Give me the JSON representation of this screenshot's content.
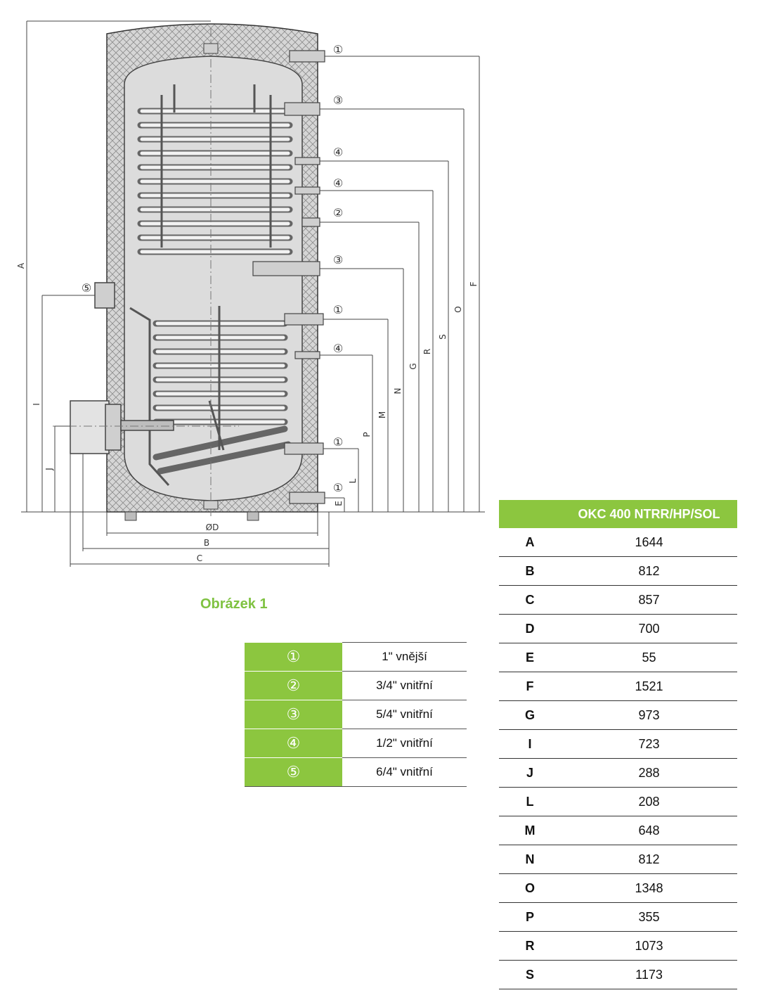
{
  "figure_caption": "Obrázek 1",
  "drawing": {
    "dim_letters": [
      "A",
      "B",
      "C",
      "ØD",
      "E",
      "F",
      "G",
      "I",
      "J",
      "L",
      "M",
      "N",
      "O",
      "P",
      "R",
      "S"
    ],
    "callouts": [
      "①",
      "③",
      "④",
      "④",
      "②",
      "③",
      "⑤",
      "①",
      "④",
      "①",
      "①"
    ]
  },
  "connections": [
    {
      "symbol": "①",
      "label": "1\" vnější"
    },
    {
      "symbol": "②",
      "label": "3/4\" vnitřní"
    },
    {
      "symbol": "③",
      "label": "5/4\" vnitřní"
    },
    {
      "symbol": "④",
      "label": "1/2\" vnitřní"
    },
    {
      "symbol": "⑤",
      "label": "6/4\" vnitřní"
    }
  ],
  "dimensions_table": {
    "header_key": "",
    "header_model": "OKC 400 NTRR/HP/SOL",
    "rows": [
      {
        "key": "A",
        "value": "1644"
      },
      {
        "key": "B",
        "value": "812"
      },
      {
        "key": "C",
        "value": "857"
      },
      {
        "key": "D",
        "value": "700"
      },
      {
        "key": "E",
        "value": "55"
      },
      {
        "key": "F",
        "value": "1521"
      },
      {
        "key": "G",
        "value": "973"
      },
      {
        "key": "I",
        "value": "723"
      },
      {
        "key": "J",
        "value": "288"
      },
      {
        "key": "L",
        "value": "208"
      },
      {
        "key": "M",
        "value": "648"
      },
      {
        "key": "N",
        "value": "812"
      },
      {
        "key": "O",
        "value": "1348"
      },
      {
        "key": "P",
        "value": "355"
      },
      {
        "key": "R",
        "value": "1073"
      },
      {
        "key": "S",
        "value": "1173"
      }
    ]
  },
  "colors": {
    "accent_green": "#8cc63f",
    "caption_green": "#7fc241"
  }
}
